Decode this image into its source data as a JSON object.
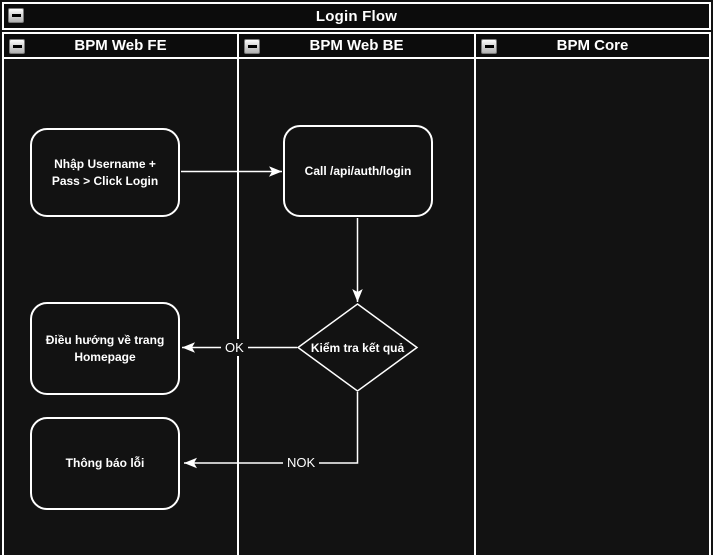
{
  "diagram": {
    "title": "Login Flow",
    "lanes": [
      {
        "label": "BPM Web FE"
      },
      {
        "label": "BPM Web BE"
      },
      {
        "label": "BPM Core"
      }
    ],
    "nodes": {
      "login_input": {
        "label": "Nhập Username + Pass > Click Login"
      },
      "call_api": {
        "label": "Call /api/auth/login"
      },
      "check_result": {
        "label": "Kiểm tra kết quả"
      },
      "navigate_home": {
        "label": "Điều hướng về trang Homepage"
      },
      "error_message": {
        "label": "Thông báo lỗi"
      }
    },
    "edges": {
      "ok": {
        "label": "OK"
      },
      "nok": {
        "label": "NOK"
      }
    },
    "icons": {
      "collapse": "minus-icon"
    },
    "colors": {
      "canvas_bg": "#121212",
      "header_bg": "#0c0c0c",
      "stroke": "#ffffff",
      "text": "#ffffff"
    }
  }
}
